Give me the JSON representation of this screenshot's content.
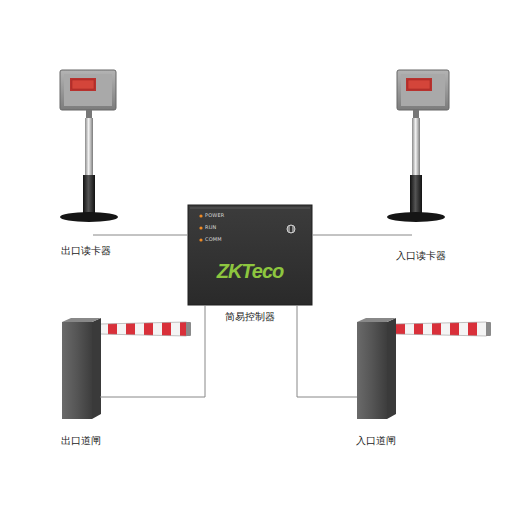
{
  "diagram": {
    "nodes": [
      {
        "text": [
          "出口读卡器"
        ]
      },
      {
        "text": [
          "入口读卡器"
        ]
      },
      {
        "text": [
          "POWER",
          "RUN",
          "COMM",
          "ZKTeco",
          "简易控制器"
        ]
      },
      {
        "text": [
          "出口道闸"
        ]
      },
      {
        "text": [
          "入口道闸"
        ]
      }
    ],
    "edges": [
      {
        "from": 0,
        "to": 2,
        "arrow": "none"
      },
      {
        "from": 1,
        "to": 2,
        "arrow": "none"
      },
      {
        "from": 2,
        "to": 3,
        "arrow": "none"
      },
      {
        "from": 2,
        "to": 4,
        "arrow": "none"
      }
    ]
  }
}
